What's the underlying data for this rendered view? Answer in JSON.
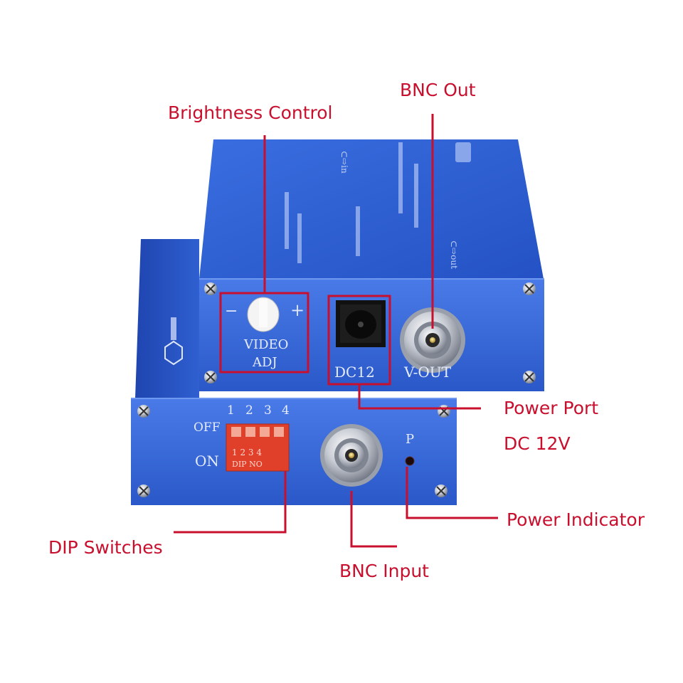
{
  "callouts": {
    "brightness": "Brightness Control",
    "bnc_out": "BNC Out",
    "power_port": "Power Port",
    "power_voltage": "DC 12V",
    "power_indicator": "Power Indicator",
    "dip_switches": "DIP Switches",
    "bnc_input": "BNC Input"
  },
  "device_markings": {
    "adj_minus": "−",
    "adj_plus": "+",
    "video": "VIDEO",
    "adj": "ADJ",
    "dc12": "DC12",
    "vout": "V-OUT",
    "off": "OFF",
    "on": "ON",
    "dip_numbers": [
      "1",
      "2",
      "3",
      "4"
    ],
    "dip_body_numbers": "1 2 3 4",
    "dip_body_label": "DIP  NO",
    "p": "P",
    "out_arrow": "⊂⇨out",
    "in_arrow": "⊂⇨in"
  },
  "colors": {
    "callout_red": "#c8102e",
    "device_blue": "#2f5fd0",
    "device_blue_dark": "#1e3f9e",
    "device_blue_light": "#4f7fe6"
  }
}
